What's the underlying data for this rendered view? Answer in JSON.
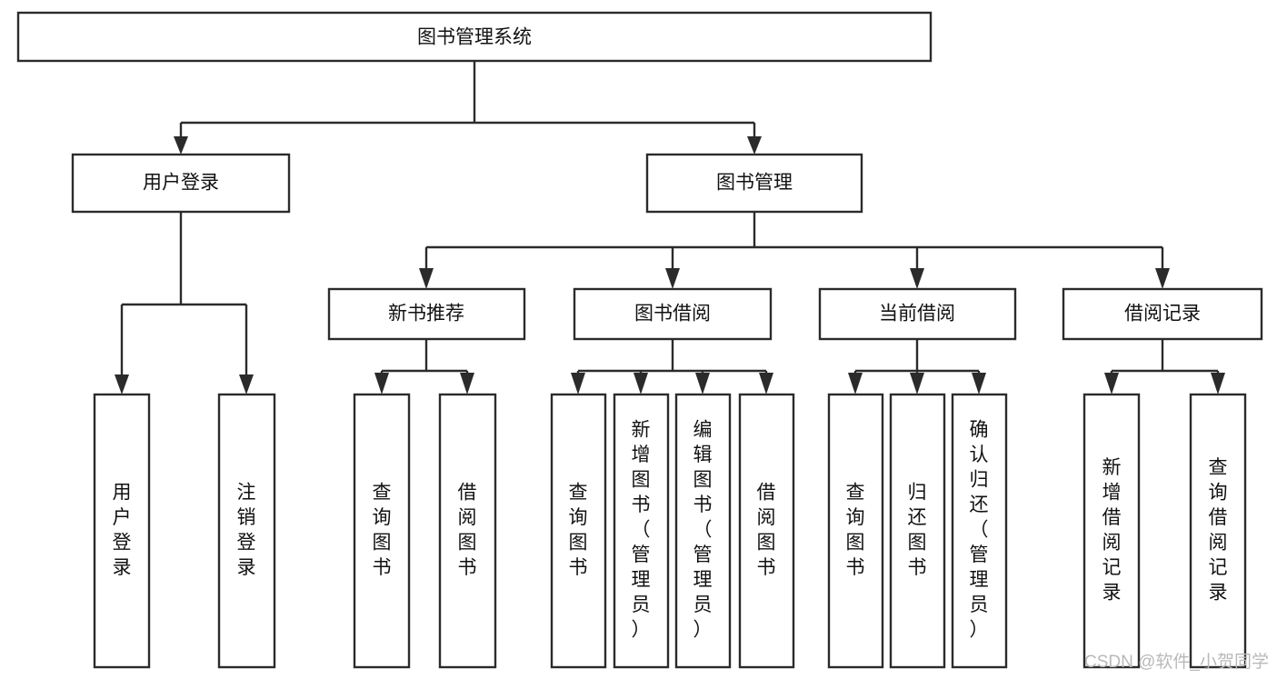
{
  "diagram": {
    "title": "图书管理系统",
    "type": "tree",
    "root": {
      "id": "root",
      "label": "图书管理系统",
      "orientation": "horizontal"
    },
    "level2": [
      {
        "id": "user-login",
        "label": "用户登录",
        "orientation": "horizontal"
      },
      {
        "id": "book-manage",
        "label": "图书管理",
        "orientation": "horizontal"
      }
    ],
    "level3": [
      {
        "id": "new-book-recommend",
        "label": "新书推荐",
        "orientation": "horizontal",
        "parent": "book-manage"
      },
      {
        "id": "book-borrow",
        "label": "图书借阅",
        "orientation": "horizontal",
        "parent": "book-manage"
      },
      {
        "id": "current-borrow",
        "label": "当前借阅",
        "orientation": "horizontal",
        "parent": "book-manage"
      },
      {
        "id": "borrow-record",
        "label": "借阅记录",
        "orientation": "horizontal",
        "parent": "book-manage"
      }
    ],
    "leaves": [
      {
        "id": "leaf-user-login",
        "label": "用户登录",
        "orientation": "vertical",
        "parent": "user-login"
      },
      {
        "id": "leaf-user-logout",
        "label": "注销登录",
        "orientation": "vertical",
        "parent": "user-login"
      },
      {
        "id": "leaf-query-book-1",
        "label": "查询图书",
        "orientation": "vertical",
        "parent": "new-book-recommend"
      },
      {
        "id": "leaf-borrow-book-1",
        "label": "借阅图书",
        "orientation": "vertical",
        "parent": "new-book-recommend"
      },
      {
        "id": "leaf-query-book-2",
        "label": "查询图书",
        "orientation": "vertical",
        "parent": "book-borrow"
      },
      {
        "id": "leaf-add-book",
        "label": "新增图书（管理员）",
        "orientation": "vertical",
        "parent": "book-borrow"
      },
      {
        "id": "leaf-edit-book",
        "label": "编辑图书（管理员）",
        "orientation": "vertical",
        "parent": "book-borrow"
      },
      {
        "id": "leaf-borrow-book-2",
        "label": "借阅图书",
        "orientation": "vertical",
        "parent": "book-borrow"
      },
      {
        "id": "leaf-query-book-3",
        "label": "查询图书",
        "orientation": "vertical",
        "parent": "current-borrow"
      },
      {
        "id": "leaf-return-book",
        "label": "归还图书",
        "orientation": "vertical",
        "parent": "current-borrow"
      },
      {
        "id": "leaf-confirm-return",
        "label": "确认归还（管理员）",
        "orientation": "vertical",
        "parent": "current-borrow"
      },
      {
        "id": "leaf-add-record",
        "label": "新增借阅记录",
        "orientation": "vertical",
        "parent": "borrow-record"
      },
      {
        "id": "leaf-query-record",
        "label": "查询借阅记录",
        "orientation": "vertical",
        "parent": "borrow-record"
      }
    ],
    "colors": {
      "stroke": "#2b2b2b",
      "fill": "#ffffff",
      "text": "#111111",
      "watermark": "#b9b9b9"
    }
  },
  "watermark": {
    "text": "CSDN @软件_小贺同学"
  }
}
